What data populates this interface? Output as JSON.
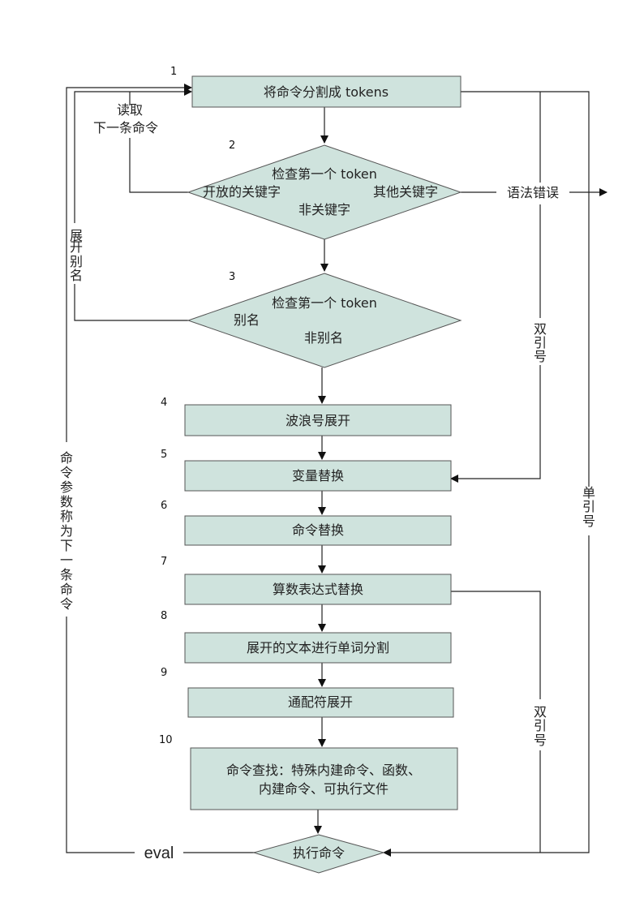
{
  "steps": {
    "s1": {
      "num": "1",
      "text": "将命令分割成 tokens"
    },
    "s2": {
      "num": "2",
      "title": "检查第一个 token",
      "left": "开放的关键字",
      "right": "其他关键字",
      "bottom": "非关键字"
    },
    "s3": {
      "num": "3",
      "title": "检查第一个 token",
      "left": "别名",
      "bottom": "非别名"
    },
    "s4": {
      "num": "4",
      "text": "波浪号展开"
    },
    "s5": {
      "num": "5",
      "text": "变量替换"
    },
    "s6": {
      "num": "6",
      "text": "命令替换"
    },
    "s7": {
      "num": "7",
      "text": "算数表达式替换"
    },
    "s8": {
      "num": "8",
      "text": "展开的文本进行单词分割"
    },
    "s9": {
      "num": "9",
      "text": "通配符展开"
    },
    "s10": {
      "num": "10",
      "line1": "命令查找：特殊内建命令、函数、",
      "line2": "内建命令、可执行文件"
    },
    "exec": {
      "text": "执行命令"
    }
  },
  "labels": {
    "read_next_1": "读取",
    "read_next_2": "下一条命令",
    "syntax_error": "语法错误",
    "expand_alias": [
      "展",
      "开",
      "别",
      "名"
    ],
    "double_quote_upper": [
      "双",
      "引",
      "号"
    ],
    "single_quote": [
      "单",
      "引",
      "号"
    ],
    "double_quote_lower": [
      "双",
      "引",
      "号"
    ],
    "eval_vertical": [
      "命",
      "令",
      "参",
      "数",
      "称",
      "为",
      "下",
      "一",
      "条",
      "命",
      "令"
    ],
    "eval": "eval"
  }
}
